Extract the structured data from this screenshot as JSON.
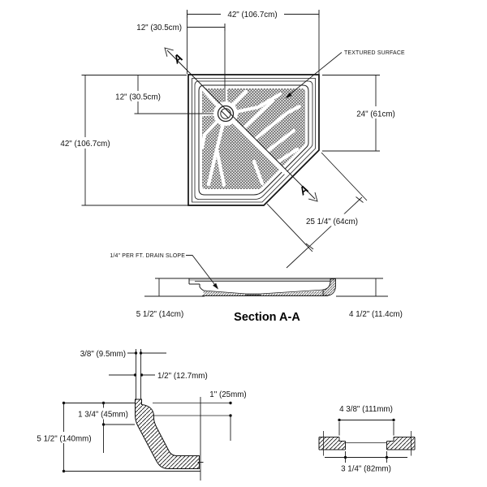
{
  "plan": {
    "dim_width_top": "42\" (106.7cm)",
    "dim_drain_from_left": "12\" (30.5cm)",
    "dim_height_left": "42\" (106.7cm)",
    "dim_drain_from_top": "12\" (30.5cm)",
    "dim_right_wall": "24\" (61cm)",
    "dim_diagonal_front": "25 1/4\" (64cm)",
    "label_textured_surface": "TEXTURED SURFACE",
    "section_letter_top": "A",
    "section_letter_bottom": "A"
  },
  "section": {
    "title": "Section A-A",
    "label_drain_slope": "1/4\" PER FT. DRAIN SLOPE",
    "dim_height_left": "5 1/2\" (14cm)",
    "dim_height_right": "4 1/2\" (11.4cm)"
  },
  "threshold_detail": {
    "dim_lip_top": "3/8\" (9.5mm)",
    "dim_lip_lower": "1/2\" (12.7mm)",
    "dim_inner_step": "1\" (25mm)",
    "dim_outer_ledge": "1 3/4\" (45mm)",
    "dim_overall_height": "5 1/2\" (140mm)"
  },
  "drain_detail": {
    "dim_flange": "4 3/8\" (111mm)",
    "dim_opening": "3 1/4\" (82mm)"
  }
}
